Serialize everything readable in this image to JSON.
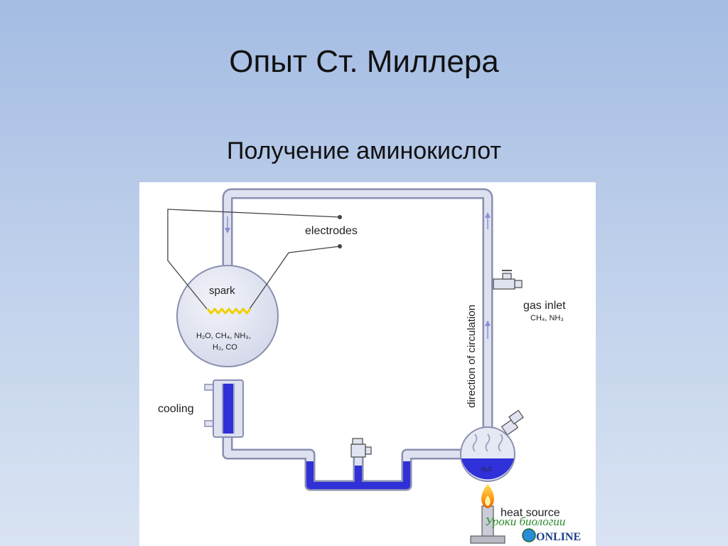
{
  "slide": {
    "title": "Опыт Ст. Миллера",
    "subtitle": "Получение аминокислот"
  },
  "diagram": {
    "electrodes_label": "electrodes",
    "spark_label": "spark",
    "flask_contents_line1": "H₂O, CH₄, NH₃,",
    "flask_contents_line2": "H₂, CO",
    "cooling_label": "cooling",
    "circulation_label": "direction of circulation",
    "gas_inlet_label": "gas inlet",
    "gas_inlet_gases": "CH₄, NH₃",
    "boiling_flask_label": "H₂O",
    "heat_source_label": "heat source"
  },
  "watermark": {
    "line1": "Уроки биологии",
    "line2": "ONLINE"
  },
  "colors": {
    "tube_fill": "#dde1f0",
    "tube_stroke": "#8a8fb0",
    "water": "#3030d8",
    "spark": "#f0d000",
    "flame": "#ff9a1a"
  }
}
